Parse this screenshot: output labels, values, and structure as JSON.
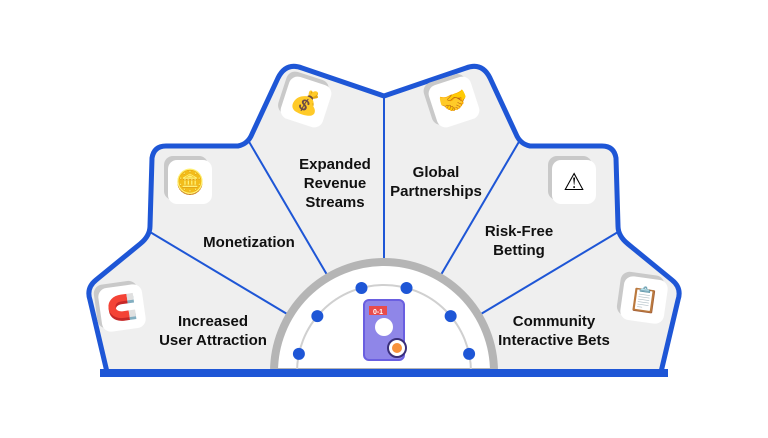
{
  "title": "Benefits of Social Betting Platform",
  "segments": [
    {
      "label": "Increased\nUser Attraction",
      "icon": "magnet-icon",
      "glyph": "🧲"
    },
    {
      "label": "Monetization",
      "icon": "coin-click-icon",
      "glyph": "🪙"
    },
    {
      "label": "Expanded\nRevenue\nStreams",
      "icon": "revenue-network-icon",
      "glyph": "💰"
    },
    {
      "label": "Global\nPartnerships",
      "icon": "handshake-globe-icon",
      "glyph": "🤝"
    },
    {
      "label": "Risk-Free\nBetting",
      "icon": "chips-warning-icon",
      "glyph": "⚠"
    },
    {
      "label": "Community\nInteractive Bets",
      "icon": "bet-slip-icon",
      "glyph": "📋"
    }
  ],
  "center": {
    "icon": "mobile-betting-app-icon",
    "score": "0-1"
  },
  "colors": {
    "accent": "#1e56d6",
    "panel": "#efefef",
    "ring": "#b5b5b5",
    "dot": "#1e56d6"
  }
}
